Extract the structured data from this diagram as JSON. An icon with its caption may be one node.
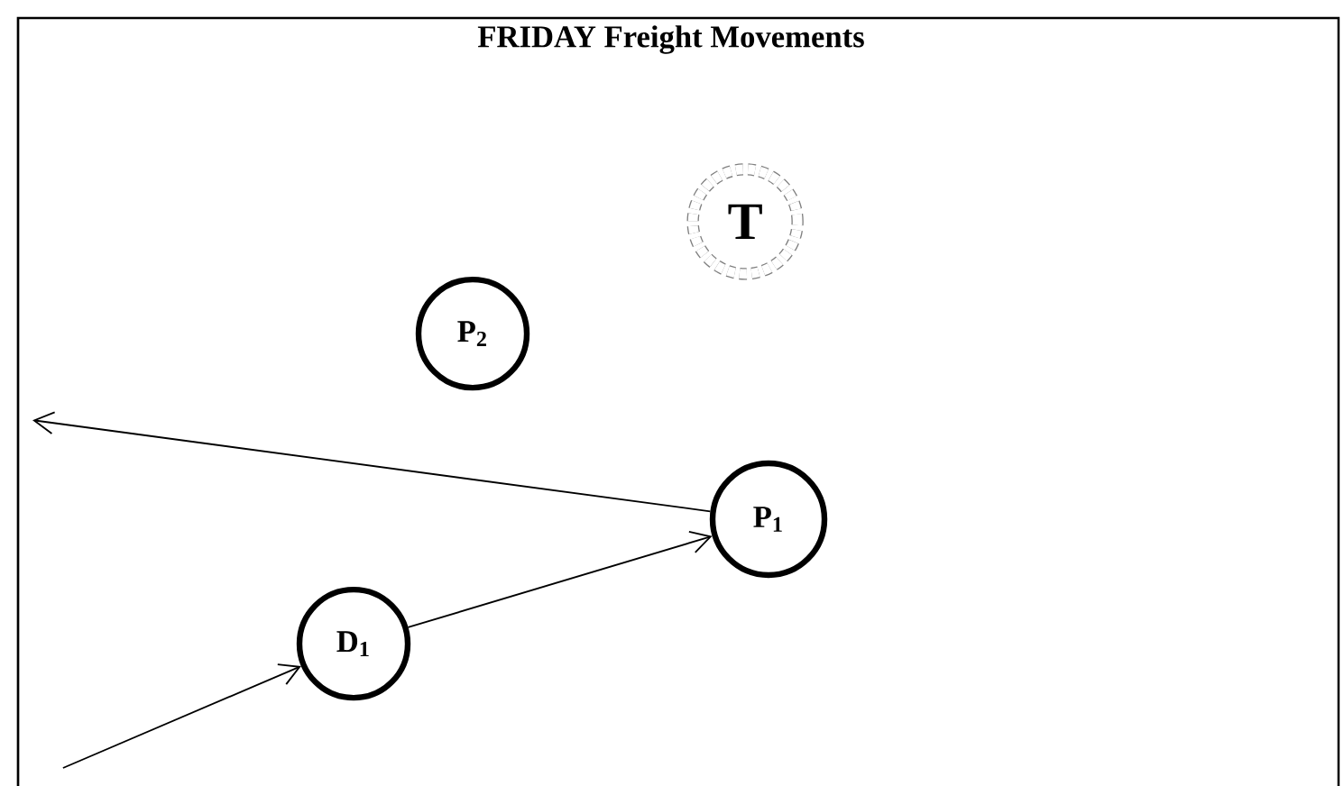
{
  "diagram": {
    "title": "FRIDAY   Freight Movements",
    "nodes": [
      {
        "text": [
          "T"
        ]
      },
      {
        "text": [
          "P$_{2}$"
        ]
      },
      {
        "text": [
          "P$_{1}$"
        ]
      },
      {
        "text": [
          "D$_{1}$"
        ]
      }
    ],
    "edges": [
      {
        "from": null,
        "to": 3,
        "arrow": "to"
      },
      {
        "from": 3,
        "to": 2,
        "arrow": "to"
      },
      {
        "from": 2,
        "to": null,
        "arrow": "to"
      }
    ]
  }
}
